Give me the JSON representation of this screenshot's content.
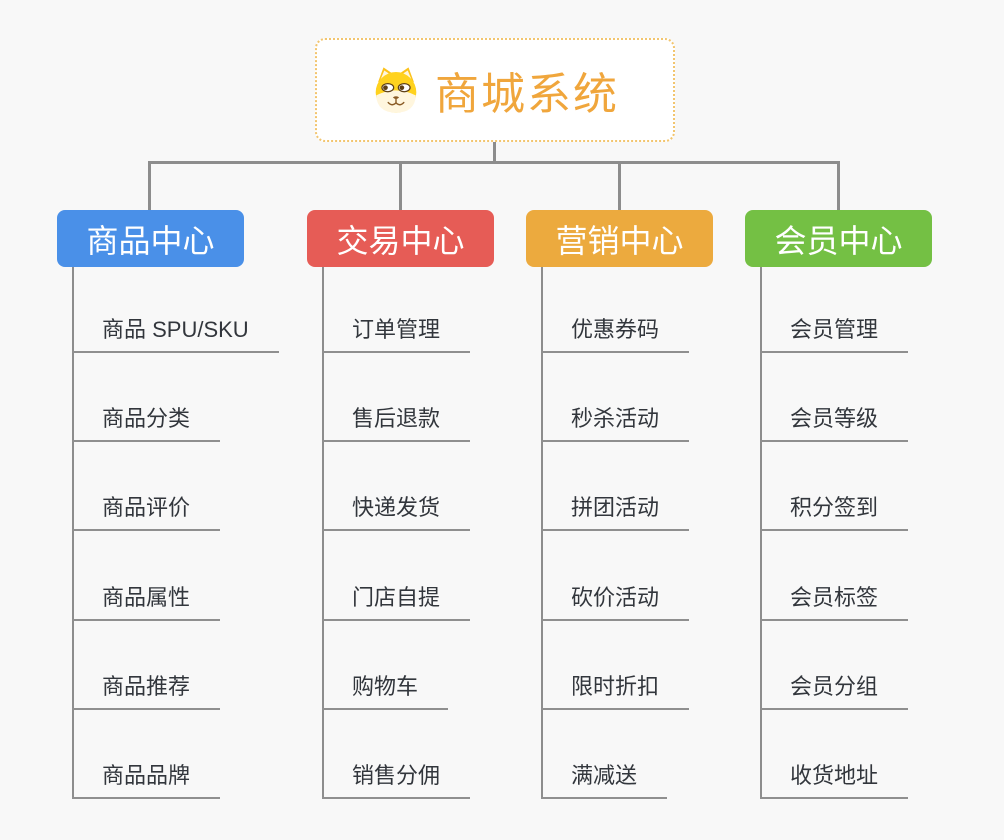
{
  "root": {
    "title": "商城系统",
    "title_color": "#F0A63C",
    "border_color": "#F2C56F",
    "icon": "dog-face-icon"
  },
  "branches": [
    {
      "label": "商品中心",
      "color": "#4A90E8",
      "items": [
        "商品 SPU/SKU",
        "商品分类",
        "商品评价",
        "商品属性",
        "商品推荐",
        "商品品牌"
      ]
    },
    {
      "label": "交易中心",
      "color": "#E65C56",
      "items": [
        "订单管理",
        "售后退款",
        "快递发货",
        "门店自提",
        "购物车",
        "销售分佣"
      ]
    },
    {
      "label": "营销中心",
      "color": "#ECAA3E",
      "items": [
        "优惠券码",
        "秒杀活动",
        "拼团活动",
        "砍价活动",
        "限时折扣",
        "满减送"
      ]
    },
    {
      "label": "会员中心",
      "color": "#74C044",
      "items": [
        "会员管理",
        "会员等级",
        "积分签到",
        "会员标签",
        "会员分组",
        "收货地址"
      ]
    }
  ],
  "connector_color": "#8D8D8D",
  "background_color": "#F8F8F8",
  "leaf_text_color": "#32363C"
}
